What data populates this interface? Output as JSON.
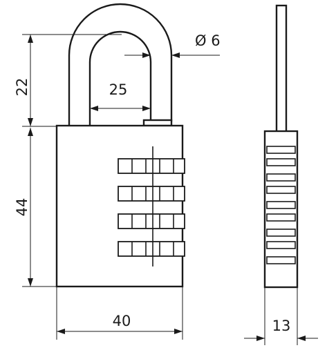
{
  "dimensions": {
    "shackle_height": "22",
    "body_height": "44",
    "shackle_inner_width": "25",
    "shackle_diameter": "Ø 6",
    "body_width": "40",
    "body_depth": "13"
  },
  "dial_count": 4,
  "colors": {
    "line": "#1a1a1a",
    "background": "#ffffff"
  }
}
